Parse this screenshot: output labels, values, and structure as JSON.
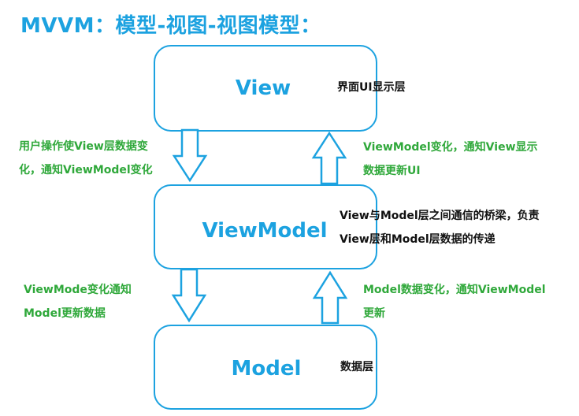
{
  "title": "MVVM：模型-视图-视图模型：",
  "colors": {
    "primary": "#1ca2e0",
    "note_text": "#111111",
    "green_text": "#2fa83a"
  },
  "boxes": {
    "view": {
      "label": "View",
      "note": "界面UI显示层"
    },
    "viewmodel": {
      "label": "ViewModel",
      "note": [
        "View与Model层之间通信的桥梁，负责",
        "View层和Model层数据的传递"
      ]
    },
    "model": {
      "label": "Model",
      "note": "数据层"
    }
  },
  "arrows": {
    "view_to_viewmodel": {
      "direction": "down",
      "text": [
        "用户操作使View层数据变",
        "化，通知ViewModel变化"
      ]
    },
    "viewmodel_to_view": {
      "direction": "up",
      "text": [
        "ViewModel变化，通知View显示",
        "数据更新UI"
      ]
    },
    "viewmodel_to_model": {
      "direction": "down",
      "text": [
        "ViewMode变化通知",
        "Model更新数据"
      ]
    },
    "model_to_viewmodel": {
      "direction": "up",
      "text": [
        "Model数据变化，通知ViewModel",
        "更新"
      ]
    }
  }
}
